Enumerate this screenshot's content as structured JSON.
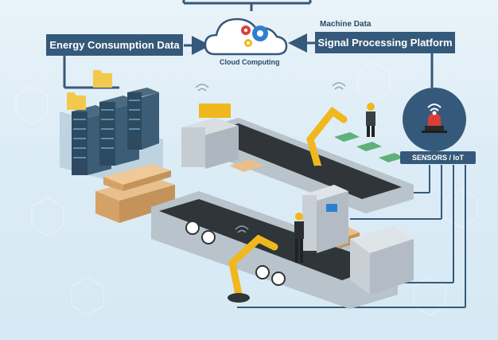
{
  "labels": {
    "energy": "Energy Consumption Data",
    "signal": "Signal Processing Platform",
    "machine_data": "Machine Data",
    "cloud": "Cloud Computing",
    "sensors": "SENSORS / IoT"
  },
  "colors": {
    "label_bg": "#35597a",
    "connector": "#35597a",
    "robot": "#f0b81e",
    "accent_gear_blue": "#2f7fd0",
    "accent_gear_red": "#d9403a",
    "accent_gear_yellow": "#f2b51e"
  },
  "icons": [
    "cloud-icon",
    "gear-icon",
    "wifi-icon",
    "folder-icon",
    "alarm-light-icon",
    "server-rack-icon",
    "robot-arm-icon",
    "worker-icon"
  ]
}
